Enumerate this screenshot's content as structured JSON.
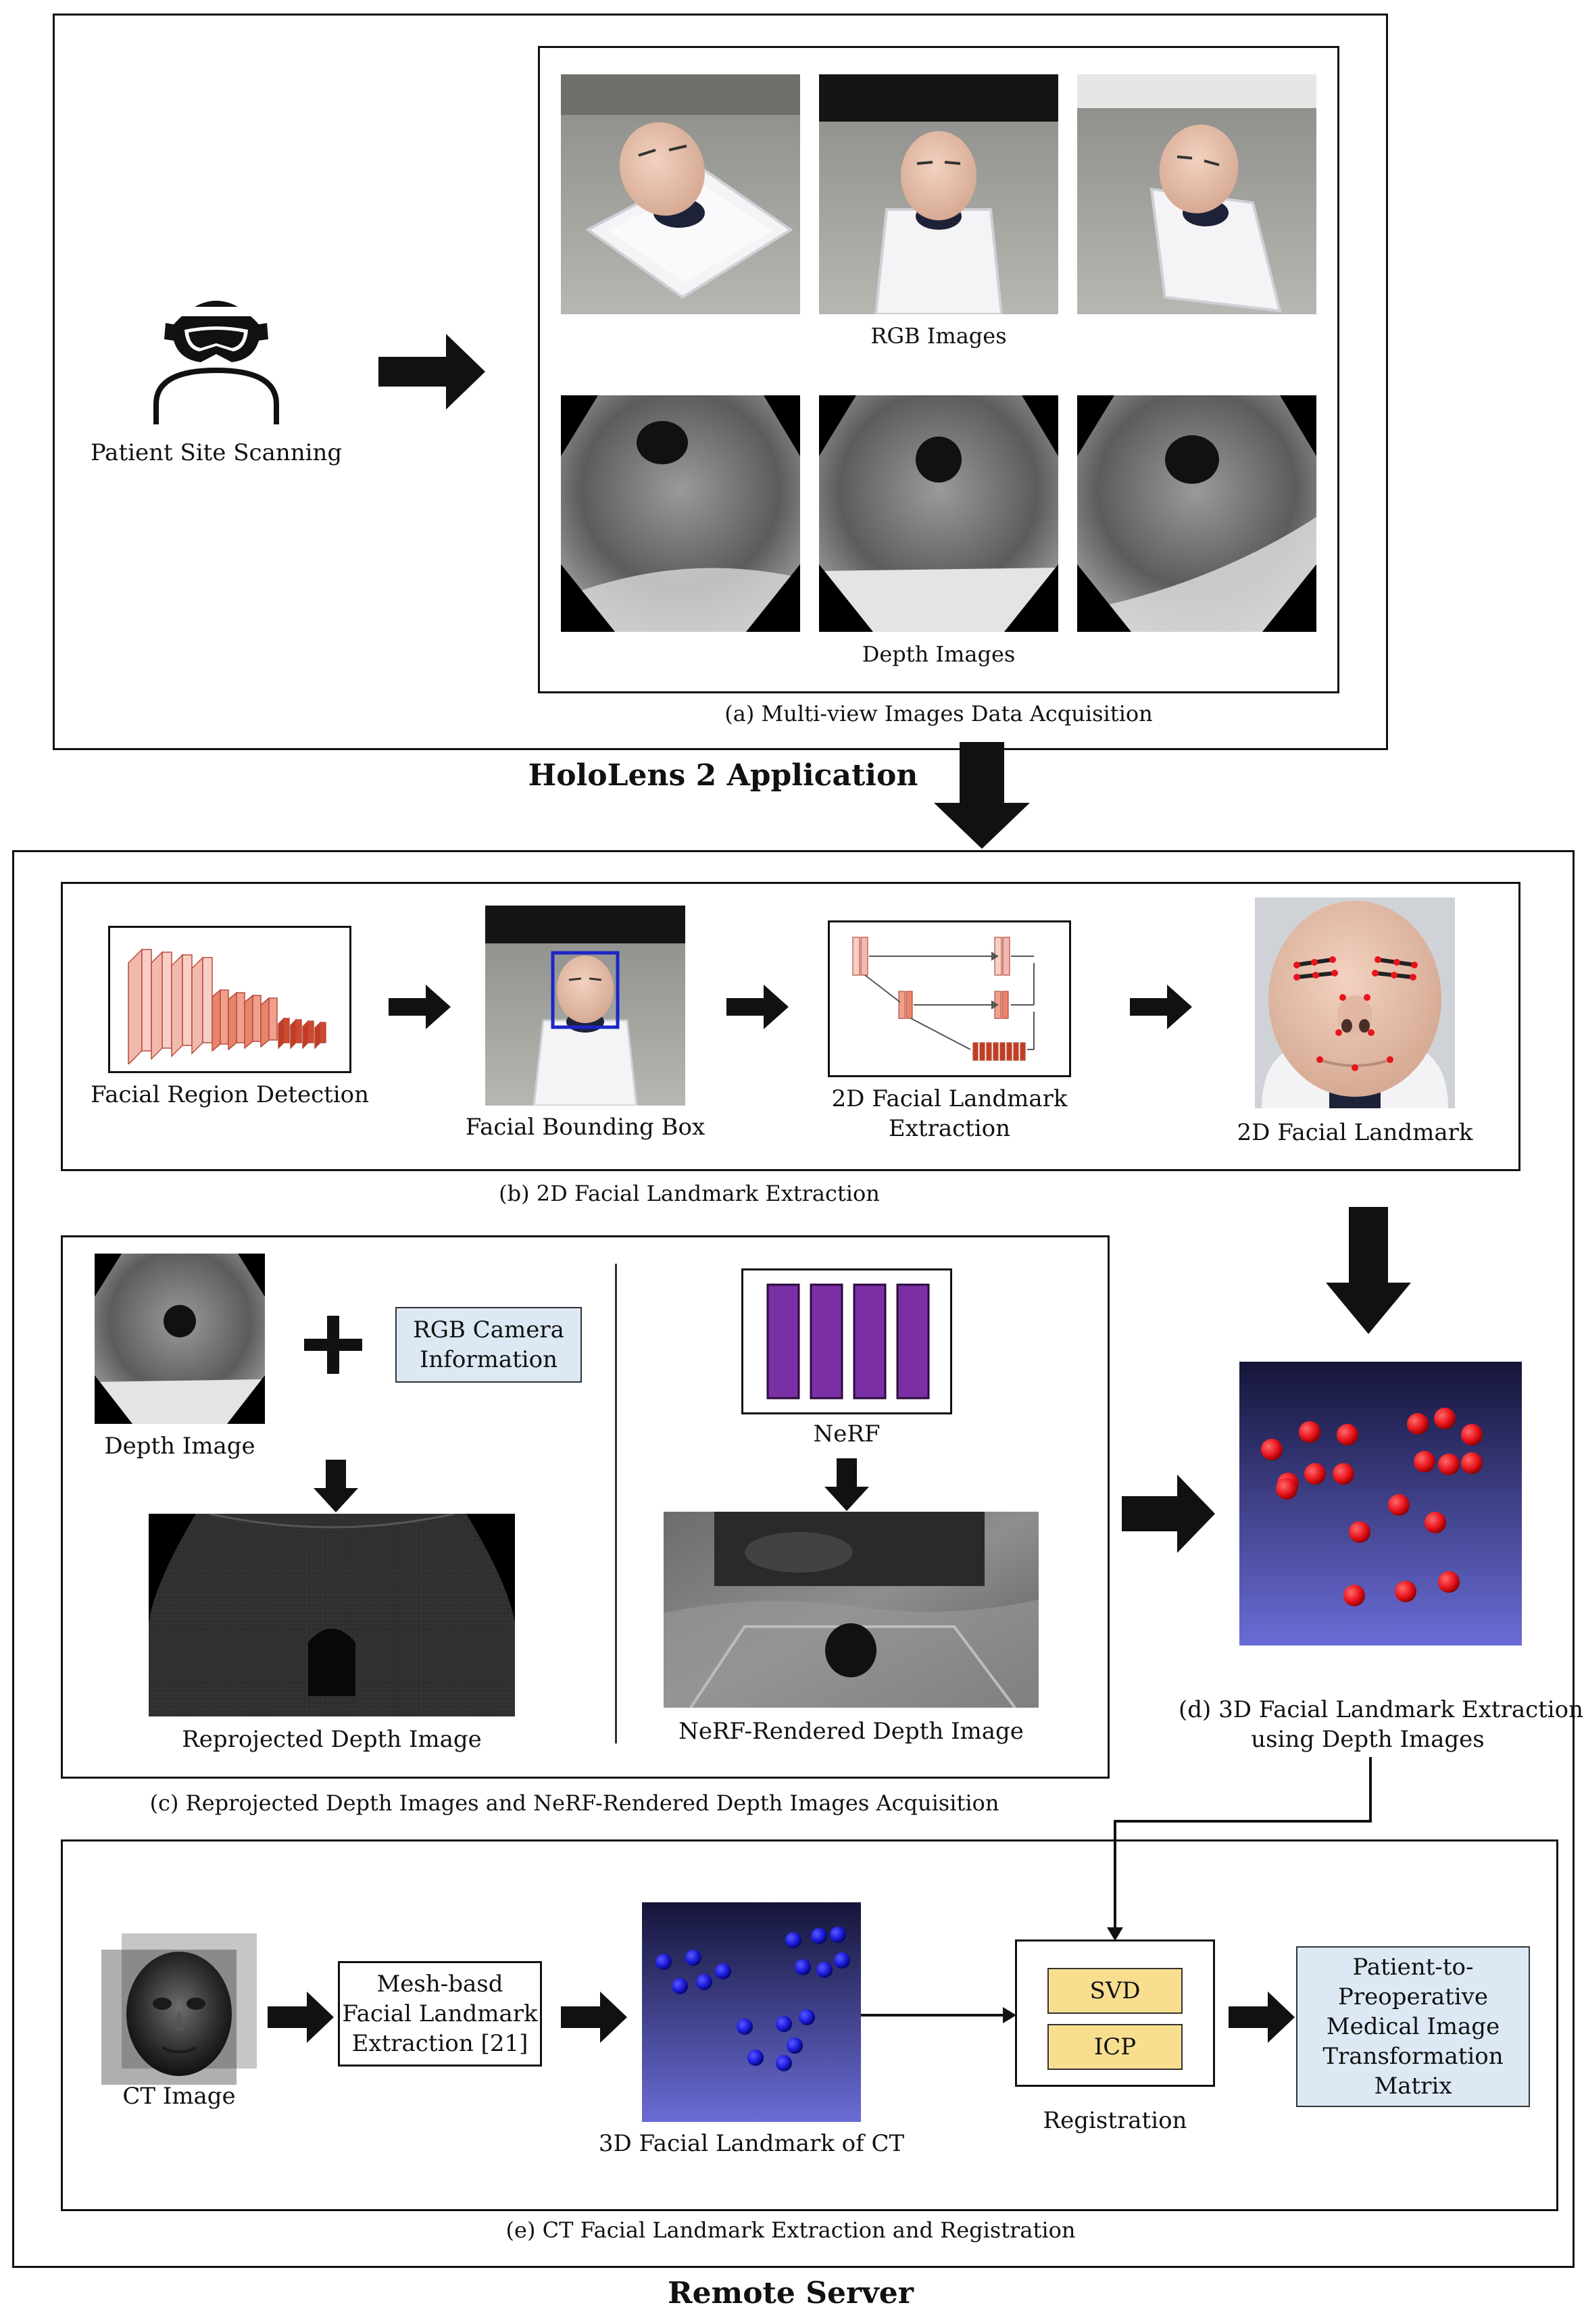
{
  "section_a": {
    "scan_label": "Patient Site Scanning",
    "rgb_label": "RGB Images",
    "depth_label": "Depth Images",
    "caption": "(a) Multi-view Images Data Acquisition",
    "app_title": "HoloLens 2 Application"
  },
  "section_b": {
    "detection_label": "Facial Region Detection",
    "bbox_label": "Facial Bounding Box",
    "extraction_label_1": "2D Facial Landmark",
    "extraction_label_2": "Extraction",
    "landmark_label": "2D Facial Landmark",
    "caption": "(b) 2D Facial Landmark Extraction"
  },
  "section_c": {
    "depth_label": "Depth Image",
    "rgb_info_1": "RGB Camera",
    "rgb_info_2": "Information",
    "reprojected_label": "Reprojected Depth Image",
    "nerf_label": "NeRF",
    "nerf_rendered_label": "NeRF-Rendered Depth Image",
    "caption": "(c) Reprojected Depth Images and NeRF-Rendered Depth Images Acquisition"
  },
  "section_d": {
    "caption_1": "(d) 3D Facial Landmark Extraction",
    "caption_2": "using Depth Images"
  },
  "section_e": {
    "ct_label": "CT Image",
    "mesh_1": "Mesh-basd",
    "mesh_2": "Facial Landmark",
    "mesh_3": "Extraction [21]",
    "ct_landmark_label": "3D Facial Landmark of CT",
    "svd_label": "SVD",
    "icp_label": "ICP",
    "registration_label": "Registration",
    "matrix_1": "Patient-to-",
    "matrix_2": "Preoperative",
    "matrix_3": "Medical Image",
    "matrix_4": "Transformation",
    "matrix_5": "Matrix",
    "caption": "(e) CT Facial Landmark Extraction and Registration",
    "server_title": "Remote Server"
  },
  "colors": {
    "landmark_red": "#e8141c",
    "landmark_blue": "#1a1adb",
    "nerf_purple": "#7b2fa5",
    "detection_box": "#1c26c8",
    "info_box": "#dce9f5",
    "registration_box": "#f8df90"
  },
  "icons": {
    "scan_user": "headset-user-icon",
    "arrow": "block-arrow-icon"
  }
}
